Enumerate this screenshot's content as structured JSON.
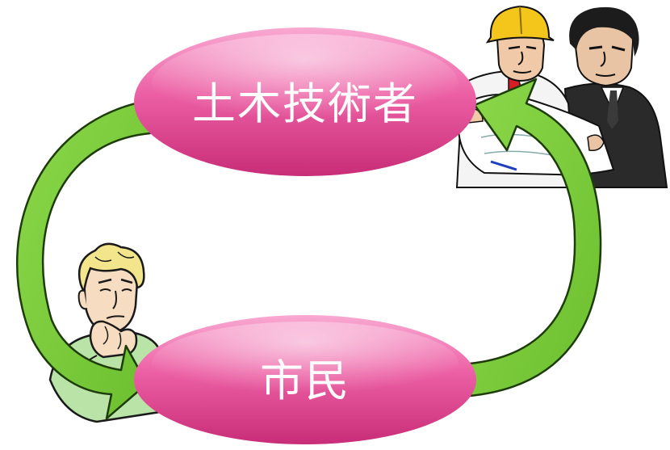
{
  "diagram": {
    "nodes": {
      "engineer": {
        "label": "土木技術者"
      },
      "citizen": {
        "label": "市民"
      }
    },
    "arrows": [
      {
        "from": "engineer",
        "to": "citizen"
      },
      {
        "from": "citizen",
        "to": "engineer"
      }
    ],
    "colors": {
      "node_fill_top": "#f9a9d2",
      "node_fill_mid": "#ec5fa4",
      "node_fill_bottom": "#c82d78",
      "node_text": "#ffffff",
      "arrow_fill": "#7ccd3e",
      "arrow_stroke": "#1e3c0a"
    },
    "illustrations": {
      "engineer": "two-engineers-with-hard-hat-reading-blueprint",
      "citizen": "thinking-man-with-hand-on-chin"
    }
  }
}
